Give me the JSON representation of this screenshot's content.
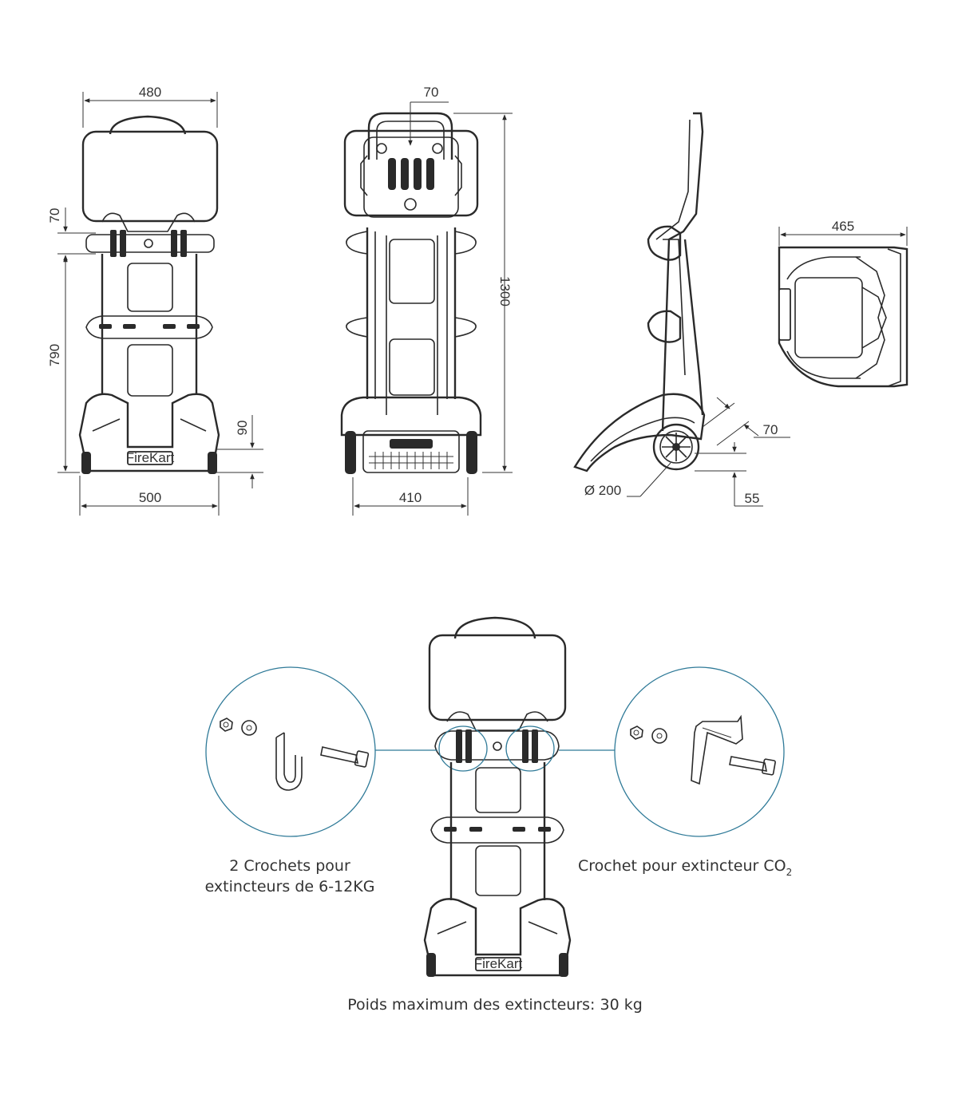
{
  "dimensions": {
    "front_width_top": "480",
    "front_height_upper": "70",
    "front_height_mid": "790",
    "front_ground": "90",
    "front_width_bottom": "500",
    "rear_handle": "70",
    "rear_height": "1300",
    "rear_width": "410",
    "side_offset": "70",
    "side_wheel": "Ø 200",
    "side_clearance": "55",
    "top_depth": "465"
  },
  "captions": {
    "left_line1": "2 Crochets pour",
    "left_line2": "extincteurs de 6-12KG",
    "right_text": "Crochet pour extincteur CO",
    "right_subscript": "2",
    "bottom": "Poids maximum des extincteurs: 30 kg"
  },
  "brand": {
    "plate": "FireKart"
  },
  "colors": {
    "line": "#2a2a2a",
    "callout": "#2f7a98",
    "background": "#ffffff"
  }
}
